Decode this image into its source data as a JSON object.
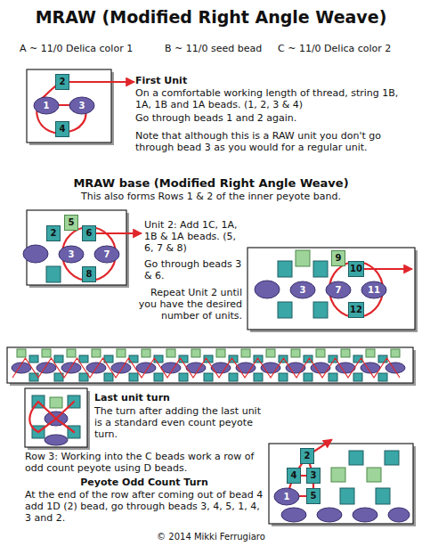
{
  "diagram": {
    "title": "MRAW (Modified Right Angle Weave)",
    "nodes": [
      {
        "text": [
          "2"
        ]
      },
      {
        "text": [
          "1"
        ]
      },
      {
        "text": [
          "3"
        ]
      },
      {
        "text": [
          "4"
        ]
      },
      {
        "text": [
          "5"
        ]
      },
      {
        "text": [
          "2"
        ]
      },
      {
        "text": [
          "6"
        ]
      },
      {
        "text": [
          "3"
        ]
      },
      {
        "text": [
          "7"
        ]
      },
      {
        "text": [
          "8"
        ]
      },
      {
        "text": [
          "9"
        ]
      },
      {
        "text": [
          "10"
        ]
      },
      {
        "text": [
          "3"
        ]
      },
      {
        "text": [
          "7"
        ]
      },
      {
        "text": [
          "11"
        ]
      },
      {
        "text": [
          "12"
        ]
      },
      {
        "text": [
          "2"
        ]
      },
      {
        "text": [
          "4"
        ]
      },
      {
        "text": [
          "3"
        ]
      },
      {
        "text": [
          "1"
        ]
      },
      {
        "text": [
          "5"
        ]
      }
    ],
    "labels": [
      "A ~ 11/0 Delica color 1",
      "B ~ 11/0 seed bead",
      "C ~ 11/0 Delica color 2",
      "First Unit",
      "On a comfortable working length of thread, string 1B, 1A, 1B and 1A beads. (1, 2, 3 & 4)",
      "Go through beads 1 and 2 again.",
      "Note that although this is a RAW unit you don't go through bead 3 as you would for a regular unit.",
      "MRAW base (Modified Right Angle Weave)",
      "This also forms Rows 1 & 2 of the inner peyote band.",
      "Unit 2: Add 1C, 1A, 1B & 1A beads. (5, 6, 7 & 8)",
      "Go through beads 3 & 6.",
      "Repeat Unit 2 until you have the desired number of units.",
      "Last unit turn",
      "The turn after adding the last unit is a standard even count peyote turn.",
      "Row 3: Working into the C beads work a row of odd count peyote using D beads.",
      "Peyote Odd Count Turn",
      "At the end of the row after coming out of bead 4 add 1D (2) bead, go through beads 3, 4, 5, 1, 4, 3 and 2.",
      "© 2014 Mikki Ferrugiaro"
    ]
  }
}
